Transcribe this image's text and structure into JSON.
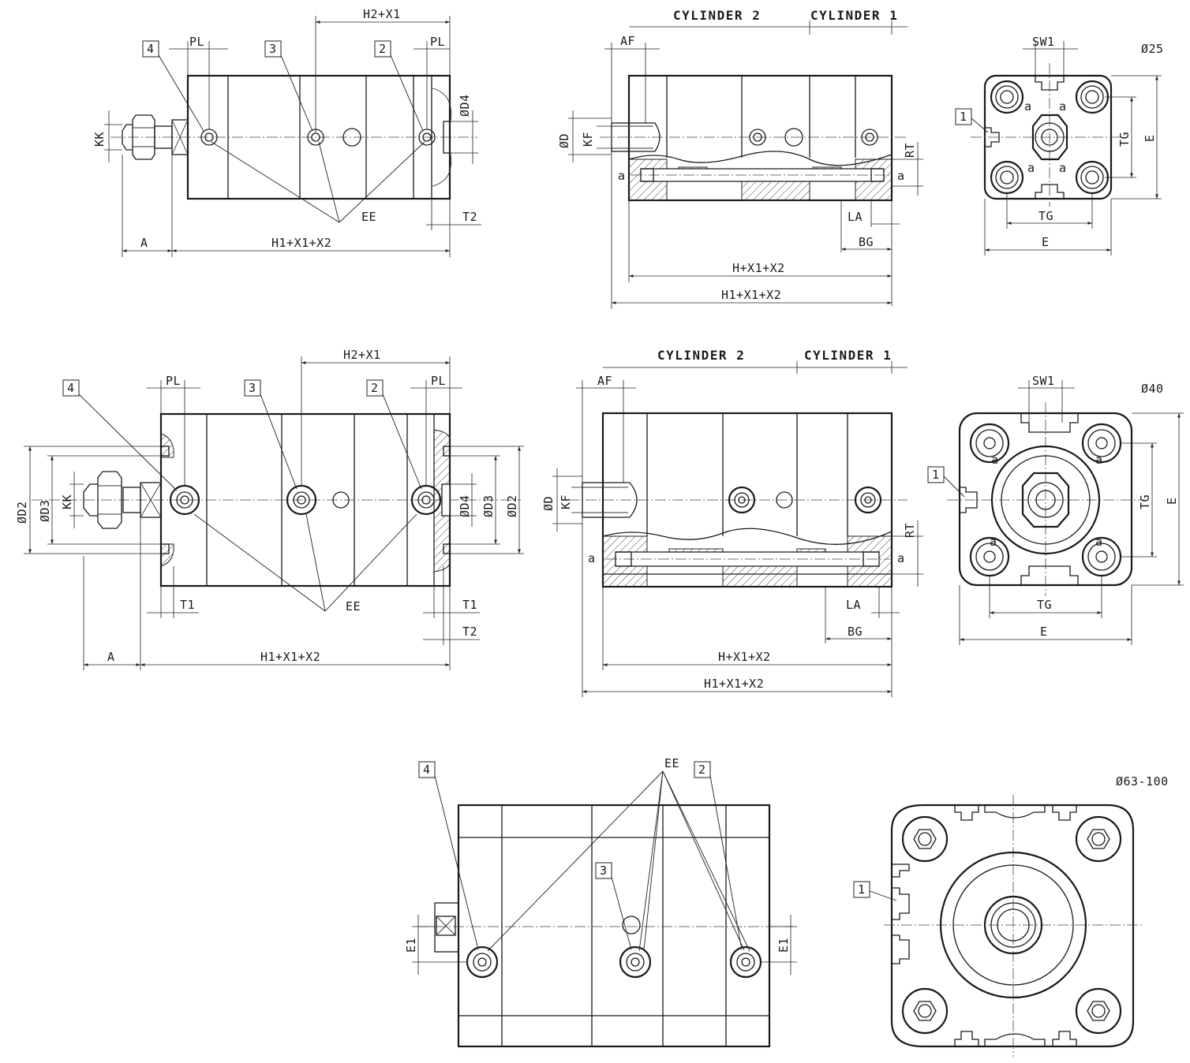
{
  "sizes": {
    "d25": "Ø25",
    "d40": "Ø40",
    "d63_100": "Ø63-100"
  },
  "titles": {
    "cylinder2": "CYLINDER 2",
    "cylinder1": "CYLINDER 1"
  },
  "callouts": {
    "c1": "1",
    "c2": "2",
    "c3": "3",
    "c4": "4"
  },
  "dims": {
    "H2X1": "H2+X1",
    "PL": "PL",
    "KK": "KK",
    "D4": "ØD4",
    "D2": "ØD2",
    "D3": "ØD3",
    "EE": "EE",
    "T1": "T1",
    "T2": "T2",
    "A": "A",
    "H1X1X2": "H1+X1+X2",
    "HX1X2": "H+X1+X2",
    "AF": "AF",
    "D": "ØD",
    "KF": "KF",
    "RT": "RT",
    "LA": "LA",
    "BG": "BG",
    "a": "a",
    "SW1": "SW1",
    "TG": "TG",
    "E": "E",
    "E1": "E1"
  }
}
